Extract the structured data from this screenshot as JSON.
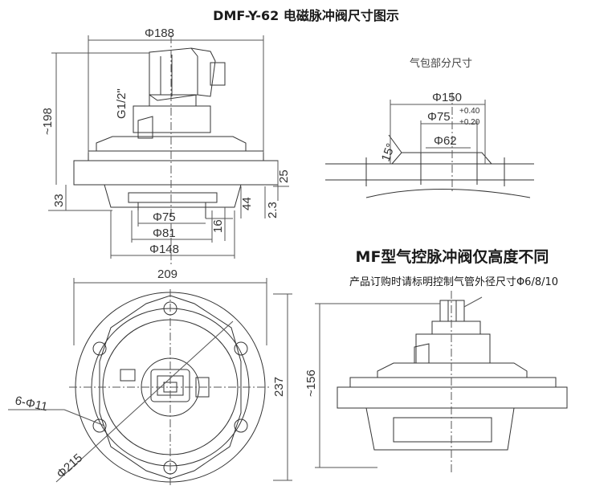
{
  "title": "DMF-Y-62  电磁脉冲阀尺寸图示",
  "side_view": {
    "dim_phi188": "Φ188",
    "dim_198": "~198",
    "dim_g12": "G1/2\"",
    "dim_25": "25",
    "dim_33": "33",
    "dim_44": "44",
    "dim_23": "2.3",
    "dim_16": "16",
    "dim_phi75": "Φ75",
    "dim_phi81": "Φ81",
    "dim_phi148": "Φ148"
  },
  "tank_view": {
    "caption": "气包部分尺寸",
    "dim_phi150": "Φ150",
    "dim_phi75": "Φ75",
    "tol_upper": "+0.40",
    "tol_lower": "+0.20",
    "dim_phi62": "Φ62",
    "angle": "15°"
  },
  "top_view": {
    "dim_209": "209",
    "dim_237": "237",
    "holes": "6-Φ11",
    "dim_phi215": "Φ215"
  },
  "mf_view": {
    "heading": "MF型气控脉冲阀仅高度不同",
    "note": "产品订购时请标明控制气管外径尺寸Φ6/8/10",
    "dim_156": "~156"
  }
}
